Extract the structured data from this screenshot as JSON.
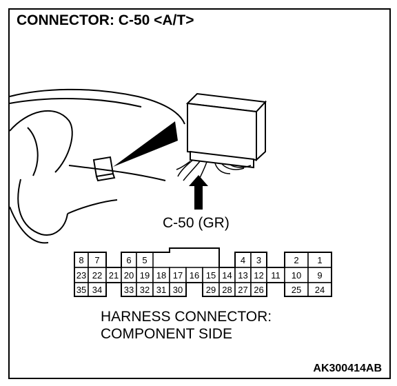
{
  "title": "CONNECTOR: C-50 <A/T>",
  "connector_label": "C-50 (GR)",
  "caption_line1": "HARNESS CONNECTOR:",
  "caption_line2": "COMPONENT SIDE",
  "figure_code": "AK300414AB",
  "pins": [
    {
      "row": 0,
      "col": 0,
      "label": "8"
    },
    {
      "row": 0,
      "col": 1,
      "label": "7"
    },
    {
      "row": 0,
      "col": 3,
      "label": "6"
    },
    {
      "row": 0,
      "col": 4,
      "label": "5"
    },
    {
      "row": 0,
      "col": 10,
      "label": "4"
    },
    {
      "row": 0,
      "col": 11,
      "label": "3"
    },
    {
      "row": 0,
      "col": 13,
      "label": "2"
    },
    {
      "row": 0,
      "col": 14,
      "label": "1"
    },
    {
      "row": 1,
      "col": 0,
      "label": "23"
    },
    {
      "row": 1,
      "col": 1,
      "label": "22"
    },
    {
      "row": 1,
      "col": 2,
      "label": "21"
    },
    {
      "row": 1,
      "col": 3,
      "label": "20"
    },
    {
      "row": 1,
      "col": 4,
      "label": "19"
    },
    {
      "row": 1,
      "col": 5,
      "label": "18"
    },
    {
      "row": 1,
      "col": 6,
      "label": "17"
    },
    {
      "row": 1,
      "col": 7,
      "label": "16"
    },
    {
      "row": 1,
      "col": 8,
      "label": "15"
    },
    {
      "row": 1,
      "col": 9,
      "label": "14"
    },
    {
      "row": 1,
      "col": 10,
      "label": "13"
    },
    {
      "row": 1,
      "col": 11,
      "label": "12"
    },
    {
      "row": 1,
      "col": 12,
      "label": "11"
    },
    {
      "row": 1,
      "col": 13,
      "label": "10"
    },
    {
      "row": 1,
      "col": 14,
      "label": "9"
    },
    {
      "row": 2,
      "col": 0,
      "label": "35"
    },
    {
      "row": 2,
      "col": 1,
      "label": "34"
    },
    {
      "row": 2,
      "col": 3,
      "label": "33"
    },
    {
      "row": 2,
      "col": 4,
      "label": "32"
    },
    {
      "row": 2,
      "col": 5,
      "label": "31"
    },
    {
      "row": 2,
      "col": 6,
      "label": "30"
    },
    {
      "row": 2,
      "col": 8,
      "label": "29"
    },
    {
      "row": 2,
      "col": 9,
      "label": "28"
    },
    {
      "row": 2,
      "col": 10,
      "label": "27"
    },
    {
      "row": 2,
      "col": 11,
      "label": "26"
    },
    {
      "row": 2,
      "col": 13,
      "label": "25"
    },
    {
      "row": 2,
      "col": 14,
      "label": "24"
    }
  ]
}
